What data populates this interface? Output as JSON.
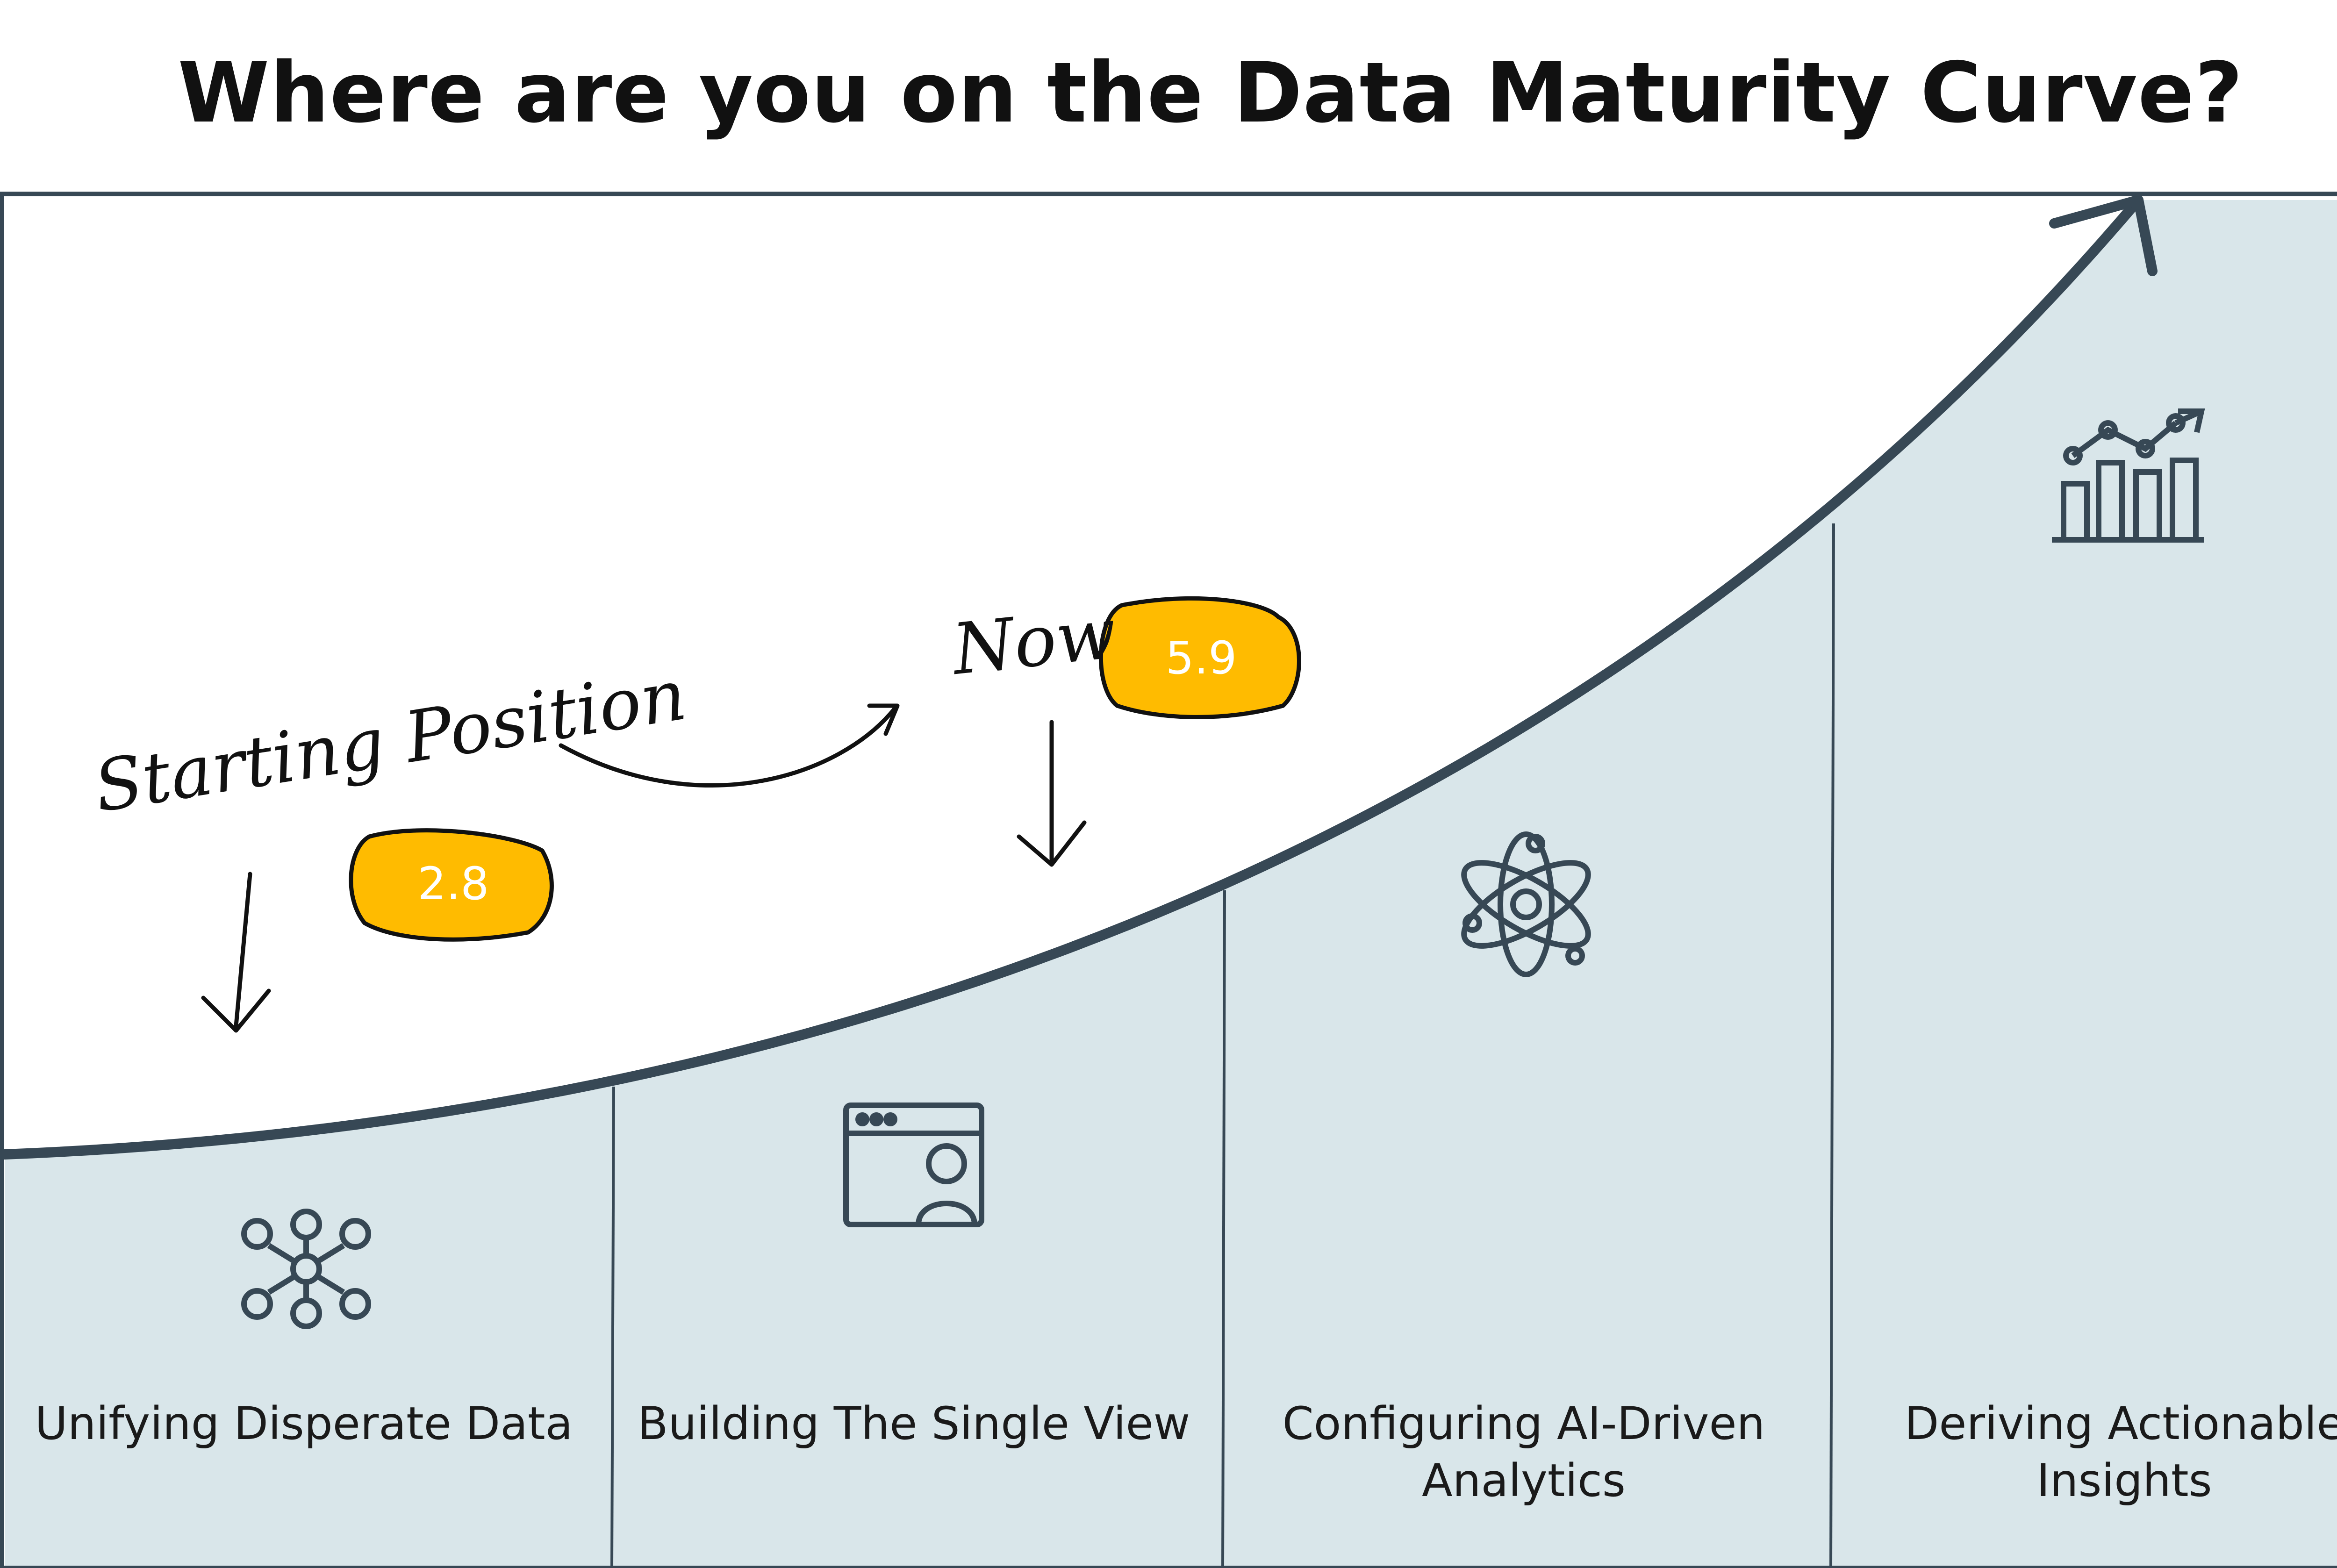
{
  "title": "Where are you on the Data Maturity Curve?",
  "colors": {
    "panel": "#d9e6ea",
    "line": "#374855",
    "badge": "#ffbb00",
    "background": "#ffffff"
  },
  "annotations": {
    "start_label": "Starting Position",
    "now_label": "Now",
    "start_score": "2.8",
    "now_score": "5.9"
  },
  "stages": [
    {
      "label": "Unifying Disperate Data",
      "icon": "network-hub-icon"
    },
    {
      "label": "Building The Single View",
      "icon": "browser-user-icon"
    },
    {
      "label": "Configuring AI-Driven Analytics",
      "icon": "atom-icon"
    },
    {
      "label": "Deriving Actionable Insights",
      "icon": "growth-chart-icon"
    }
  ]
}
